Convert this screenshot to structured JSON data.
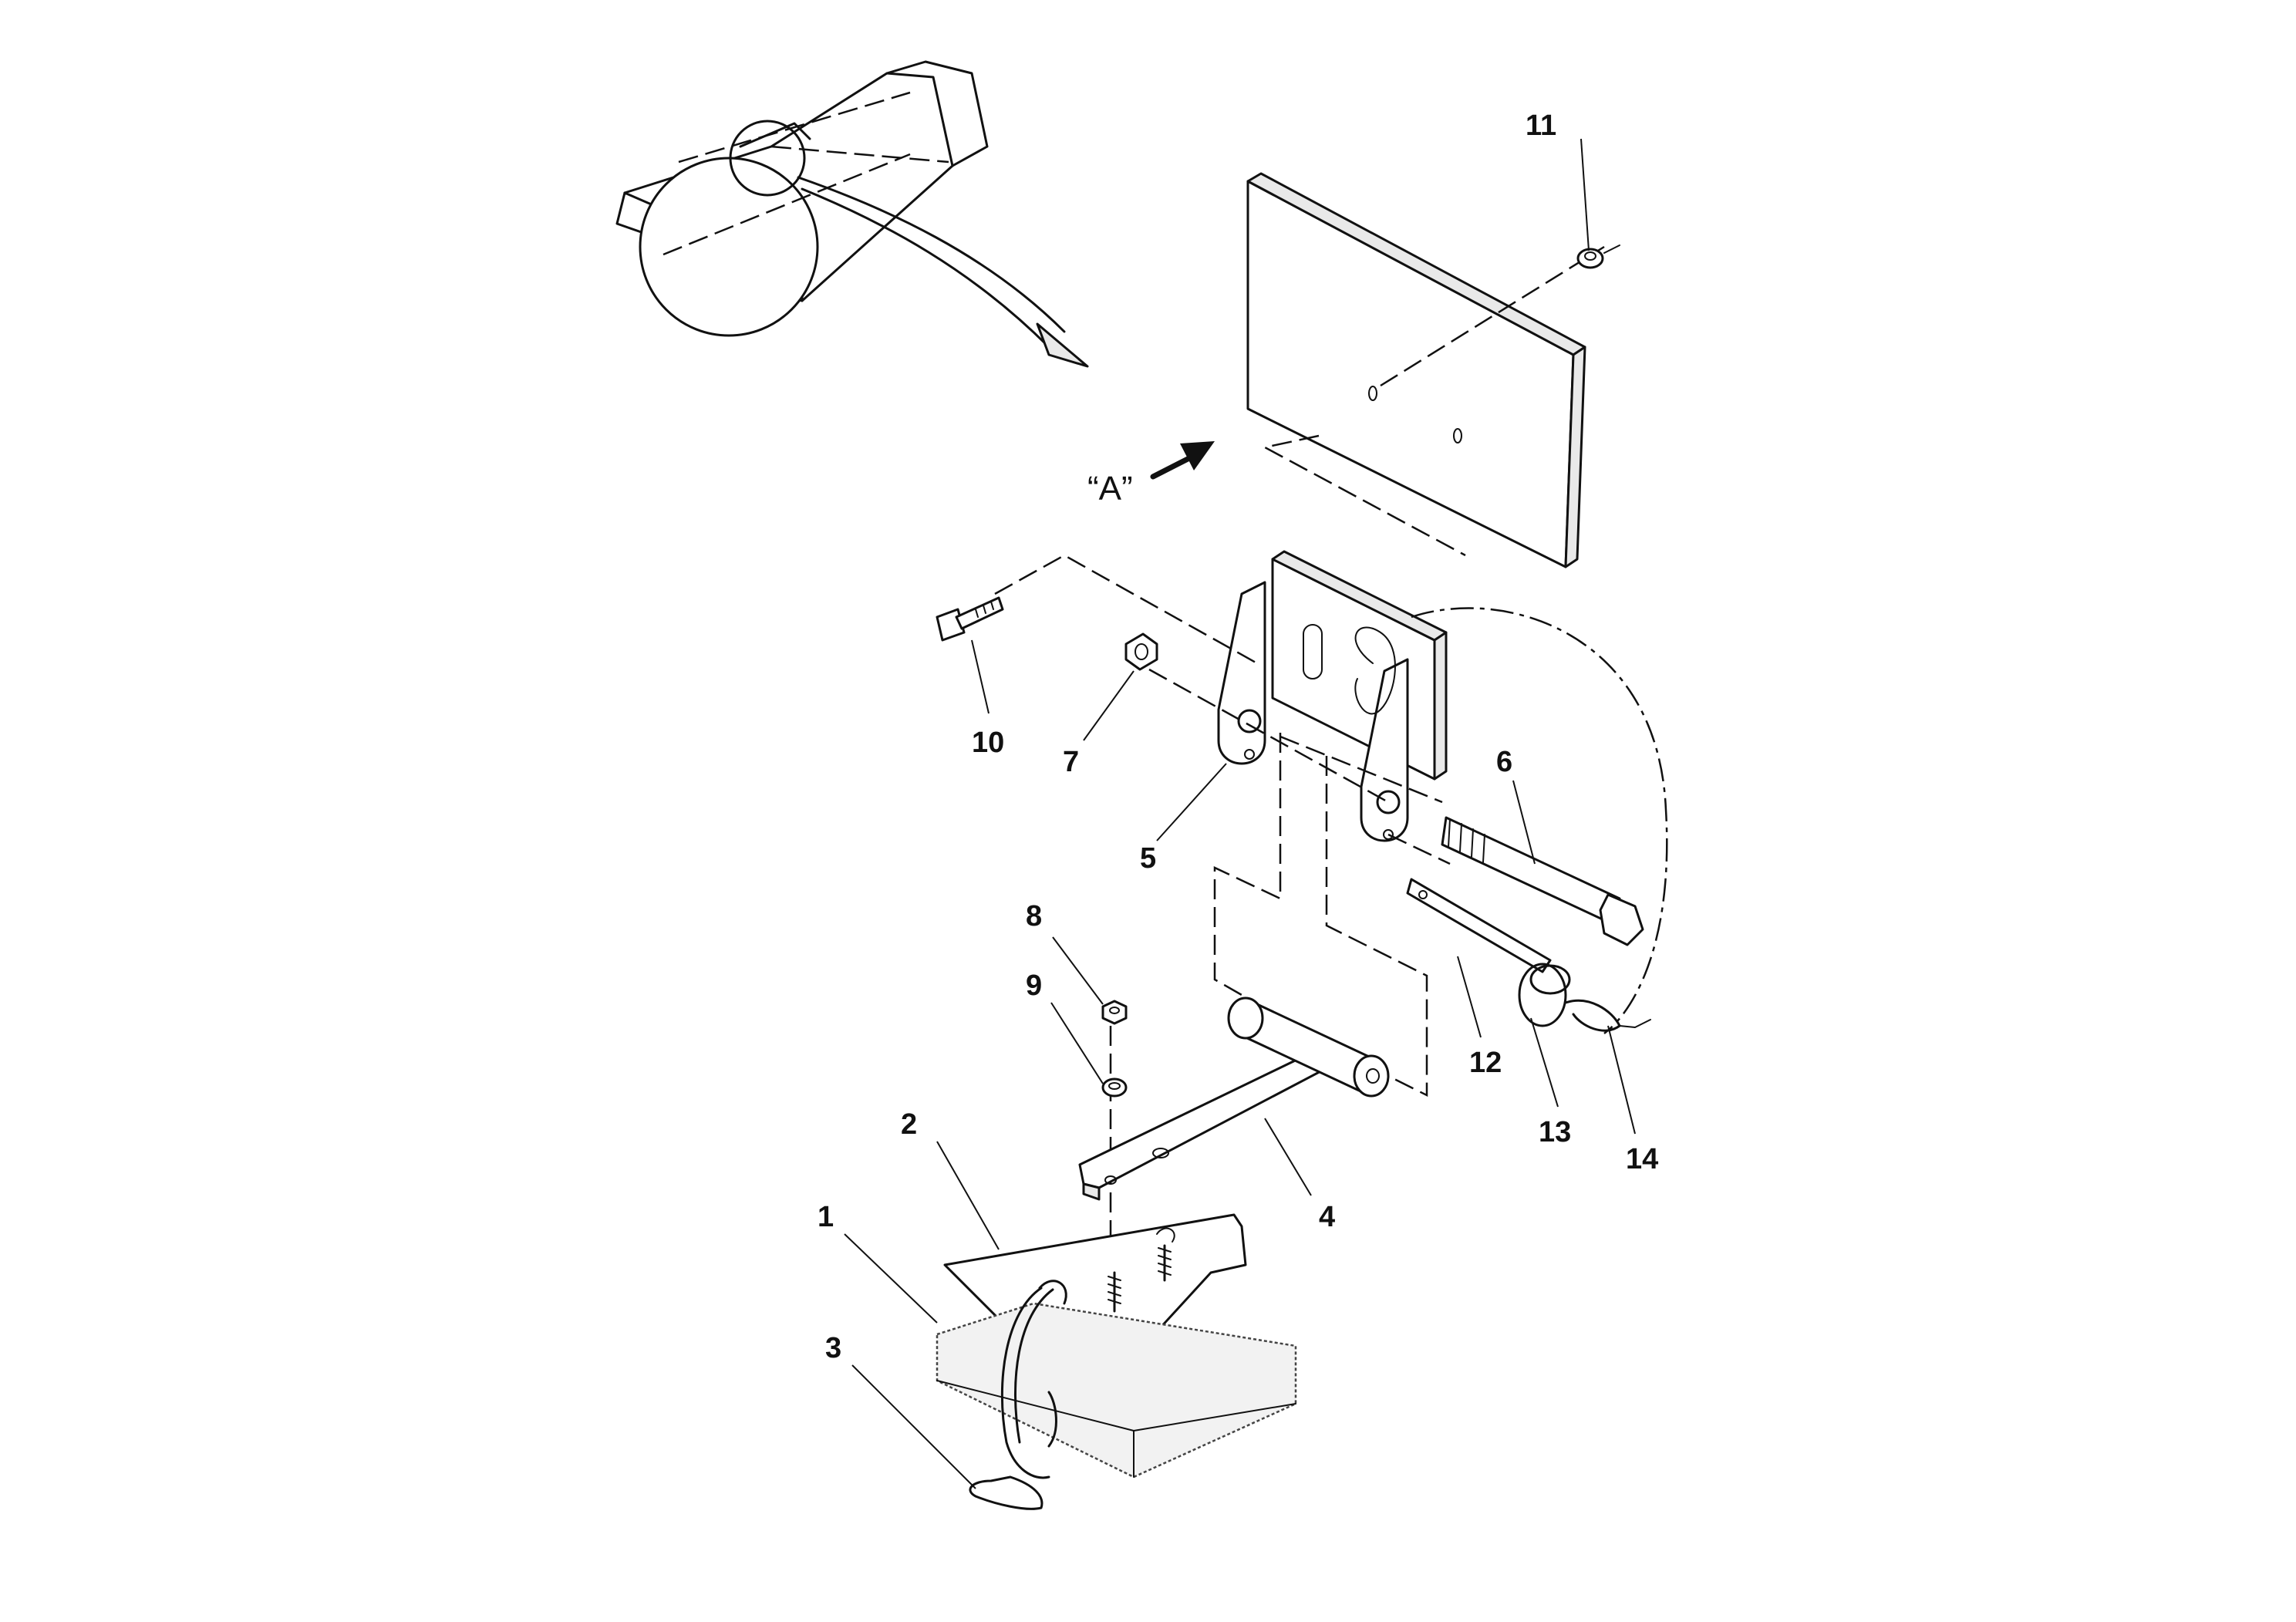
{
  "diagram": {
    "view_label": "“A”",
    "callouts": [
      {
        "id": "1",
        "label": "1"
      },
      {
        "id": "2",
        "label": "2"
      },
      {
        "id": "3",
        "label": "3"
      },
      {
        "id": "4",
        "label": "4"
      },
      {
        "id": "5",
        "label": "5"
      },
      {
        "id": "6",
        "label": "6"
      },
      {
        "id": "7",
        "label": "7"
      },
      {
        "id": "8",
        "label": "8"
      },
      {
        "id": "9",
        "label": "9"
      },
      {
        "id": "10",
        "label": "10"
      },
      {
        "id": "11",
        "label": "11"
      },
      {
        "id": "12",
        "label": "12"
      },
      {
        "id": "13",
        "label": "13"
      },
      {
        "id": "14",
        "label": "14"
      }
    ]
  }
}
